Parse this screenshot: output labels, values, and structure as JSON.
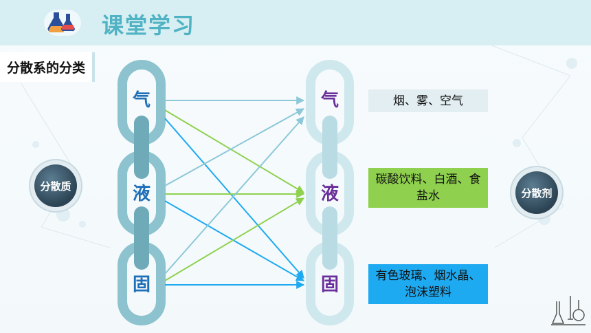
{
  "header": {
    "title": "课堂学习"
  },
  "section": {
    "title": "分散系的分类"
  },
  "left_chain": {
    "items": [
      "气",
      "液",
      "固"
    ]
  },
  "right_chain": {
    "items": [
      "气",
      "液",
      "固"
    ]
  },
  "dispersed_phase": {
    "label": "分散质"
  },
  "dispersion_medium": {
    "label": "分散剂"
  },
  "examples": [
    {
      "text": "烟、雾、空气"
    },
    {
      "text": "碳酸饮料、白酒、食盐水"
    },
    {
      "text": "有色玻璃、烟水晶、泡沫塑料"
    }
  ],
  "colors": {
    "header_band": "#d7eef2",
    "title": "#4fb3c4",
    "left_text": "#1f6fb8",
    "right_text": "#6a2f9a",
    "box_gas": "#e3eef3",
    "box_liquid": "#8fd14f",
    "box_solid": "#1eaaf1",
    "arrow_teal": "#8cc8d8",
    "arrow_green": "#8fd14f",
    "arrow_blue": "#1eaaf1"
  }
}
